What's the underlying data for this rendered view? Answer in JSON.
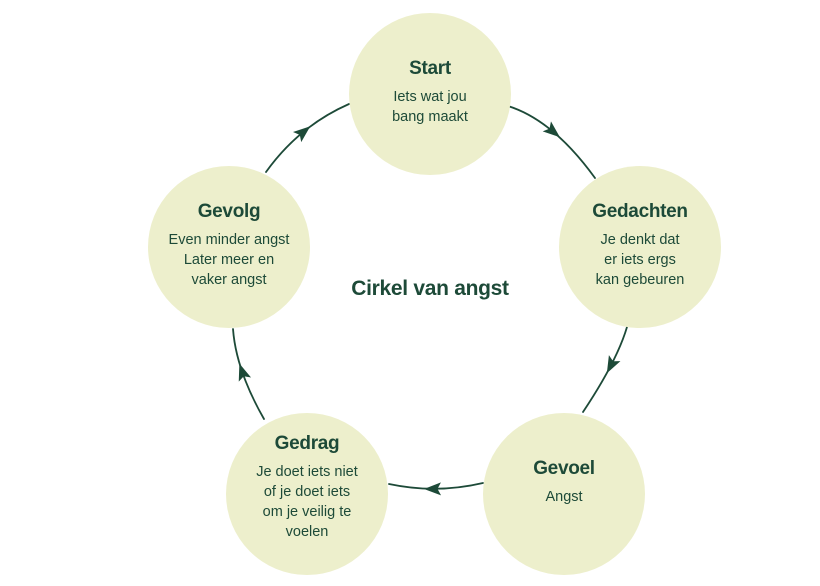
{
  "diagram": {
    "title": "Cirkel van angst"
  },
  "nodes": [
    {
      "id": "start",
      "label": "Start",
      "description": "Iets wat jou\nbang maakt"
    },
    {
      "id": "gedachten",
      "label": "Gedachten",
      "description": "Je denkt dat\ner iets ergs\nkan gebeuren"
    },
    {
      "id": "gevoel",
      "label": "Gevoel",
      "description": "Angst"
    },
    {
      "id": "gedrag",
      "label": "Gedrag",
      "description": "Je doet iets niet\nof je doet iets\nom je veilig te\nvoelen"
    },
    {
      "id": "gevolg",
      "label": "Gevolg",
      "description": "Even minder angst\nLater meer en\nvaker angst"
    }
  ],
  "flow": [
    "Start → Gedachten",
    "Gedachten → Gevoel",
    "Gevoel → Gedrag",
    "Gedrag → Gevolg",
    "Gevolg → Start"
  ],
  "colors": {
    "background": "#ffffff",
    "node_fill": "#edefcc",
    "text": "#1d4a38",
    "arrow": "#1d4a38"
  }
}
